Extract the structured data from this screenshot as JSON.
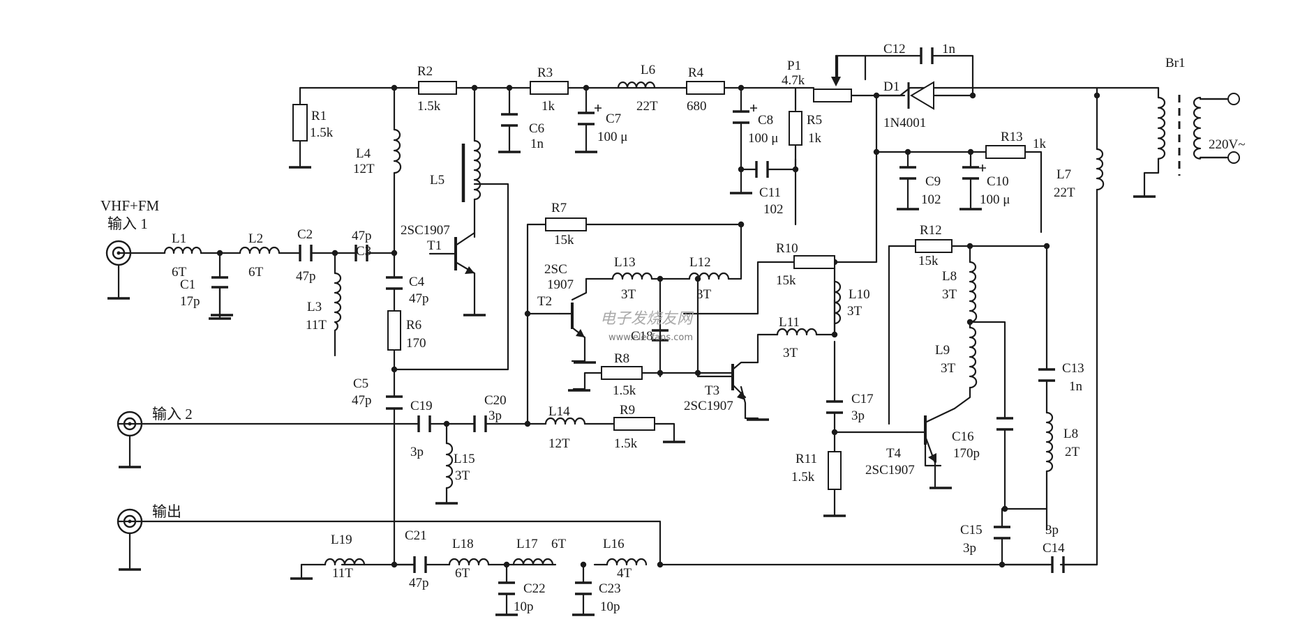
{
  "inputs": {
    "in1_top": "VHF+FM",
    "in1_bottom": "输入 1",
    "in2": "输入 2",
    "out": "输出"
  },
  "components": {
    "R1": {
      "name": "R1",
      "value": "1.5k"
    },
    "R2": {
      "name": "R2",
      "value": "1.5k"
    },
    "R3": {
      "name": "R3",
      "value": "1k"
    },
    "R4": {
      "name": "R4",
      "value": "680"
    },
    "R5": {
      "name": "R5",
      "value": "1k"
    },
    "R6": {
      "name": "R6",
      "value": "170"
    },
    "R7": {
      "name": "R7",
      "value": "15k"
    },
    "R8": {
      "name": "R8",
      "value": "1.5k"
    },
    "R9": {
      "name": "R9",
      "value": "1.5k"
    },
    "R10": {
      "name": "R10",
      "value": "15k"
    },
    "R11": {
      "name": "R11",
      "value": "1.5k"
    },
    "R12": {
      "name": "R12",
      "value": "15k"
    },
    "R13": {
      "name": "R13",
      "value": "1k"
    },
    "P1": {
      "name": "P1",
      "value": "4.7k"
    },
    "C1": {
      "name": "C1",
      "value": "17p"
    },
    "C2": {
      "name": "C2",
      "value": "47p"
    },
    "C3": {
      "name": "C3",
      "value": "47p"
    },
    "C4": {
      "name": "C4",
      "value": "47p"
    },
    "C5": {
      "name": "C5",
      "value": "47p"
    },
    "C6": {
      "name": "C6",
      "value": "1n"
    },
    "C7": {
      "name": "C7",
      "value": "100 μ"
    },
    "C8": {
      "name": "C8",
      "value": "100 μ"
    },
    "C9": {
      "name": "C9",
      "value": "102"
    },
    "C10": {
      "name": "C10",
      "value": "100 μ"
    },
    "C11": {
      "name": "C11",
      "value": "102"
    },
    "C12": {
      "name": "C12",
      "value": "1n"
    },
    "C13": {
      "name": "C13",
      "value": "1n"
    },
    "C14": {
      "name": "C14",
      "value": "3p"
    },
    "C15": {
      "name": "C15",
      "value": "3p"
    },
    "C16": {
      "name": "C16",
      "value": "170p"
    },
    "C17": {
      "name": "C17",
      "value": "3p"
    },
    "C18": {
      "name": "C18"
    },
    "C19": {
      "name": "C19",
      "value": "3p"
    },
    "C20": {
      "name": "C20",
      "value": "3p"
    },
    "C21": {
      "name": "C21",
      "value": "47p"
    },
    "C22": {
      "name": "C22",
      "value": "10p"
    },
    "C23": {
      "name": "C23",
      "value": "10p"
    },
    "L1": {
      "name": "L1",
      "value": "6T"
    },
    "L2": {
      "name": "L2",
      "value": "6T"
    },
    "L3": {
      "name": "L3",
      "value": "11T"
    },
    "L4": {
      "name": "L4",
      "value": "12T"
    },
    "L5": {
      "name": "L5"
    },
    "L6": {
      "name": "L6",
      "value": "22T"
    },
    "L7": {
      "name": "L7",
      "value": "22T"
    },
    "L8a": {
      "name": "L8",
      "value": "3T"
    },
    "L8b": {
      "name": "L8",
      "value": "2T"
    },
    "L9": {
      "name": "L9",
      "value": "3T"
    },
    "L10": {
      "name": "L10",
      "value": "3T"
    },
    "L11": {
      "name": "L11",
      "value": "3T"
    },
    "L12": {
      "name": "L12",
      "value": "3T"
    },
    "L13": {
      "name": "L13",
      "value": "3T"
    },
    "L14": {
      "name": "L14",
      "value": "12T"
    },
    "L15": {
      "name": "L15",
      "value": "3T"
    },
    "L16": {
      "name": "L16",
      "value": "4T"
    },
    "L17": {
      "name": "L17",
      "value": "6T"
    },
    "L18": {
      "name": "L18",
      "value": "6T"
    },
    "L19": {
      "name": "L19",
      "value": "11T"
    },
    "D1": {
      "name": "D1",
      "value": "1N4001"
    },
    "T1": {
      "name": "T1",
      "model": "2SC1907"
    },
    "T2": {
      "name": "T2",
      "model_line1": "2SC",
      "model_line2": "1907"
    },
    "T3": {
      "name": "T3",
      "model": "2SC1907"
    },
    "T4": {
      "name": "T4",
      "model": "2SC1907"
    },
    "Br1": {
      "name": "Br1"
    },
    "mains": {
      "value": "220V~"
    }
  },
  "watermark": {
    "cn": "电子发烧友网",
    "url": "www.elecfans.com"
  }
}
